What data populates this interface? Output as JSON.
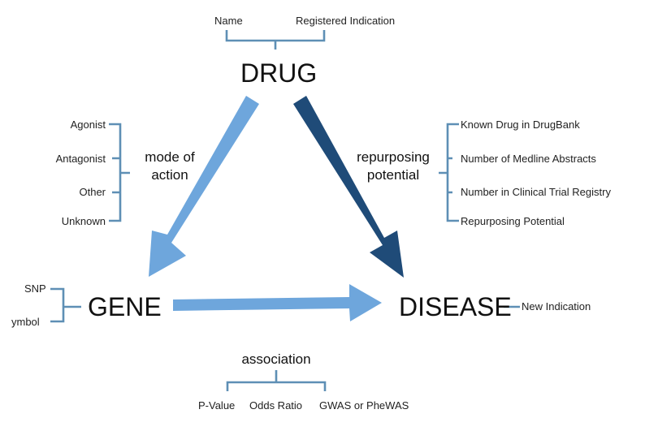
{
  "nodes": {
    "drug": "DRUG",
    "gene": "GENE",
    "disease": "DISEASE"
  },
  "relations": {
    "mode_of_action": [
      "mode of",
      "action"
    ],
    "repurposing_potential": [
      "repurposing",
      "potential"
    ],
    "association": "association"
  },
  "drug_attributes": [
    "Name",
    "Registered Indication"
  ],
  "mode_of_action_types": [
    "Agonist",
    "Antagonist",
    "Other",
    "Unknown"
  ],
  "repurposing_attributes": [
    "Known Drug in DrugBank",
    "Number of Medline Abstracts",
    "Number in Clinical Trial Registry",
    "Repurposing Potential"
  ],
  "gene_attributes": [
    "SNP",
    "ymbol"
  ],
  "disease_attributes": [
    "New Indication"
  ],
  "association_attributes": [
    "P-Value",
    "Odds Ratio",
    "GWAS or PheWAS"
  ],
  "colors": {
    "arrow_light": "#6ea6dc",
    "arrow_dark": "#1f4b78",
    "bracket": "#5e8fb5"
  }
}
